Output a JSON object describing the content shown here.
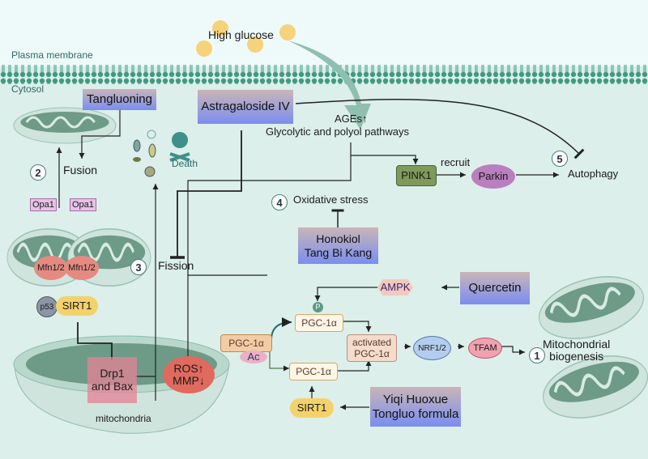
{
  "regions": {
    "plasma_membrane": "Plasma membrane",
    "cytosol": "Cytosol"
  },
  "stimulus": {
    "high_glucose": "High glucose"
  },
  "pathways": {
    "ages": "AGEs↑",
    "glycolytic": "Glycolytic and polyol pathways",
    "oxidative_stress": "Oxidative stress",
    "fusion": "Fusion",
    "fission": "Fission",
    "death": "Death",
    "recruit": "recruit",
    "autophagy": "Autophagy",
    "mito_biogenesis_line1": "Mitochondrial",
    "mito_biogenesis_line2": "biogenesis",
    "mitochondria": "mitochondria"
  },
  "drugs": {
    "tangluoning": "Tangluoning",
    "astragaloside": "Astragaloside IV",
    "honokiol_line1": "Honokiol",
    "honokiol_line2": "Tang Bi Kang",
    "quercetin": "Quercetin",
    "yiqi_line1": "Yiqi Huoxue",
    "yiqi_line2": "Tongluo formula"
  },
  "proteins": {
    "opa1_a": "Opa1",
    "opa1_b": "Opa1",
    "mfn_a": "Mfn1/2",
    "mfn_b": "Mfn1/2",
    "p53": "p53",
    "sirt1_top": "SIRT1",
    "drp1_line1": "Drp1",
    "drp1_line2": "and Bax",
    "ros": "ROS↑",
    "mmp": "MMP↓",
    "pink1": "PINK1",
    "parkin": "Parkin",
    "ampk": "AMPK",
    "p_marker": "P",
    "pgc_ac": "PGC-1α",
    "ac": "Ac",
    "pgc_p": "PGC-1α",
    "pgc_deac": "PGC-1α",
    "activated_line1": "activated",
    "activated_line2": "PGC-1α",
    "nrf": "NRF1/2",
    "tfam": "TFAM",
    "sirt1_bottom": "SIRT1"
  },
  "numbers": {
    "n1": "1",
    "n2": "2",
    "n3": "3",
    "n4": "4",
    "n5": "5"
  },
  "colors": {
    "membrane": "#3f9a80",
    "drug_top": "#c9b5b7",
    "drug_bottom": "#7a8ef0",
    "pink1": "#7f9a5a",
    "parkin": "#b97fbf",
    "ros": "#e06a5e",
    "sirt1": "#f4d26b",
    "glucose": "#f6d27a"
  }
}
